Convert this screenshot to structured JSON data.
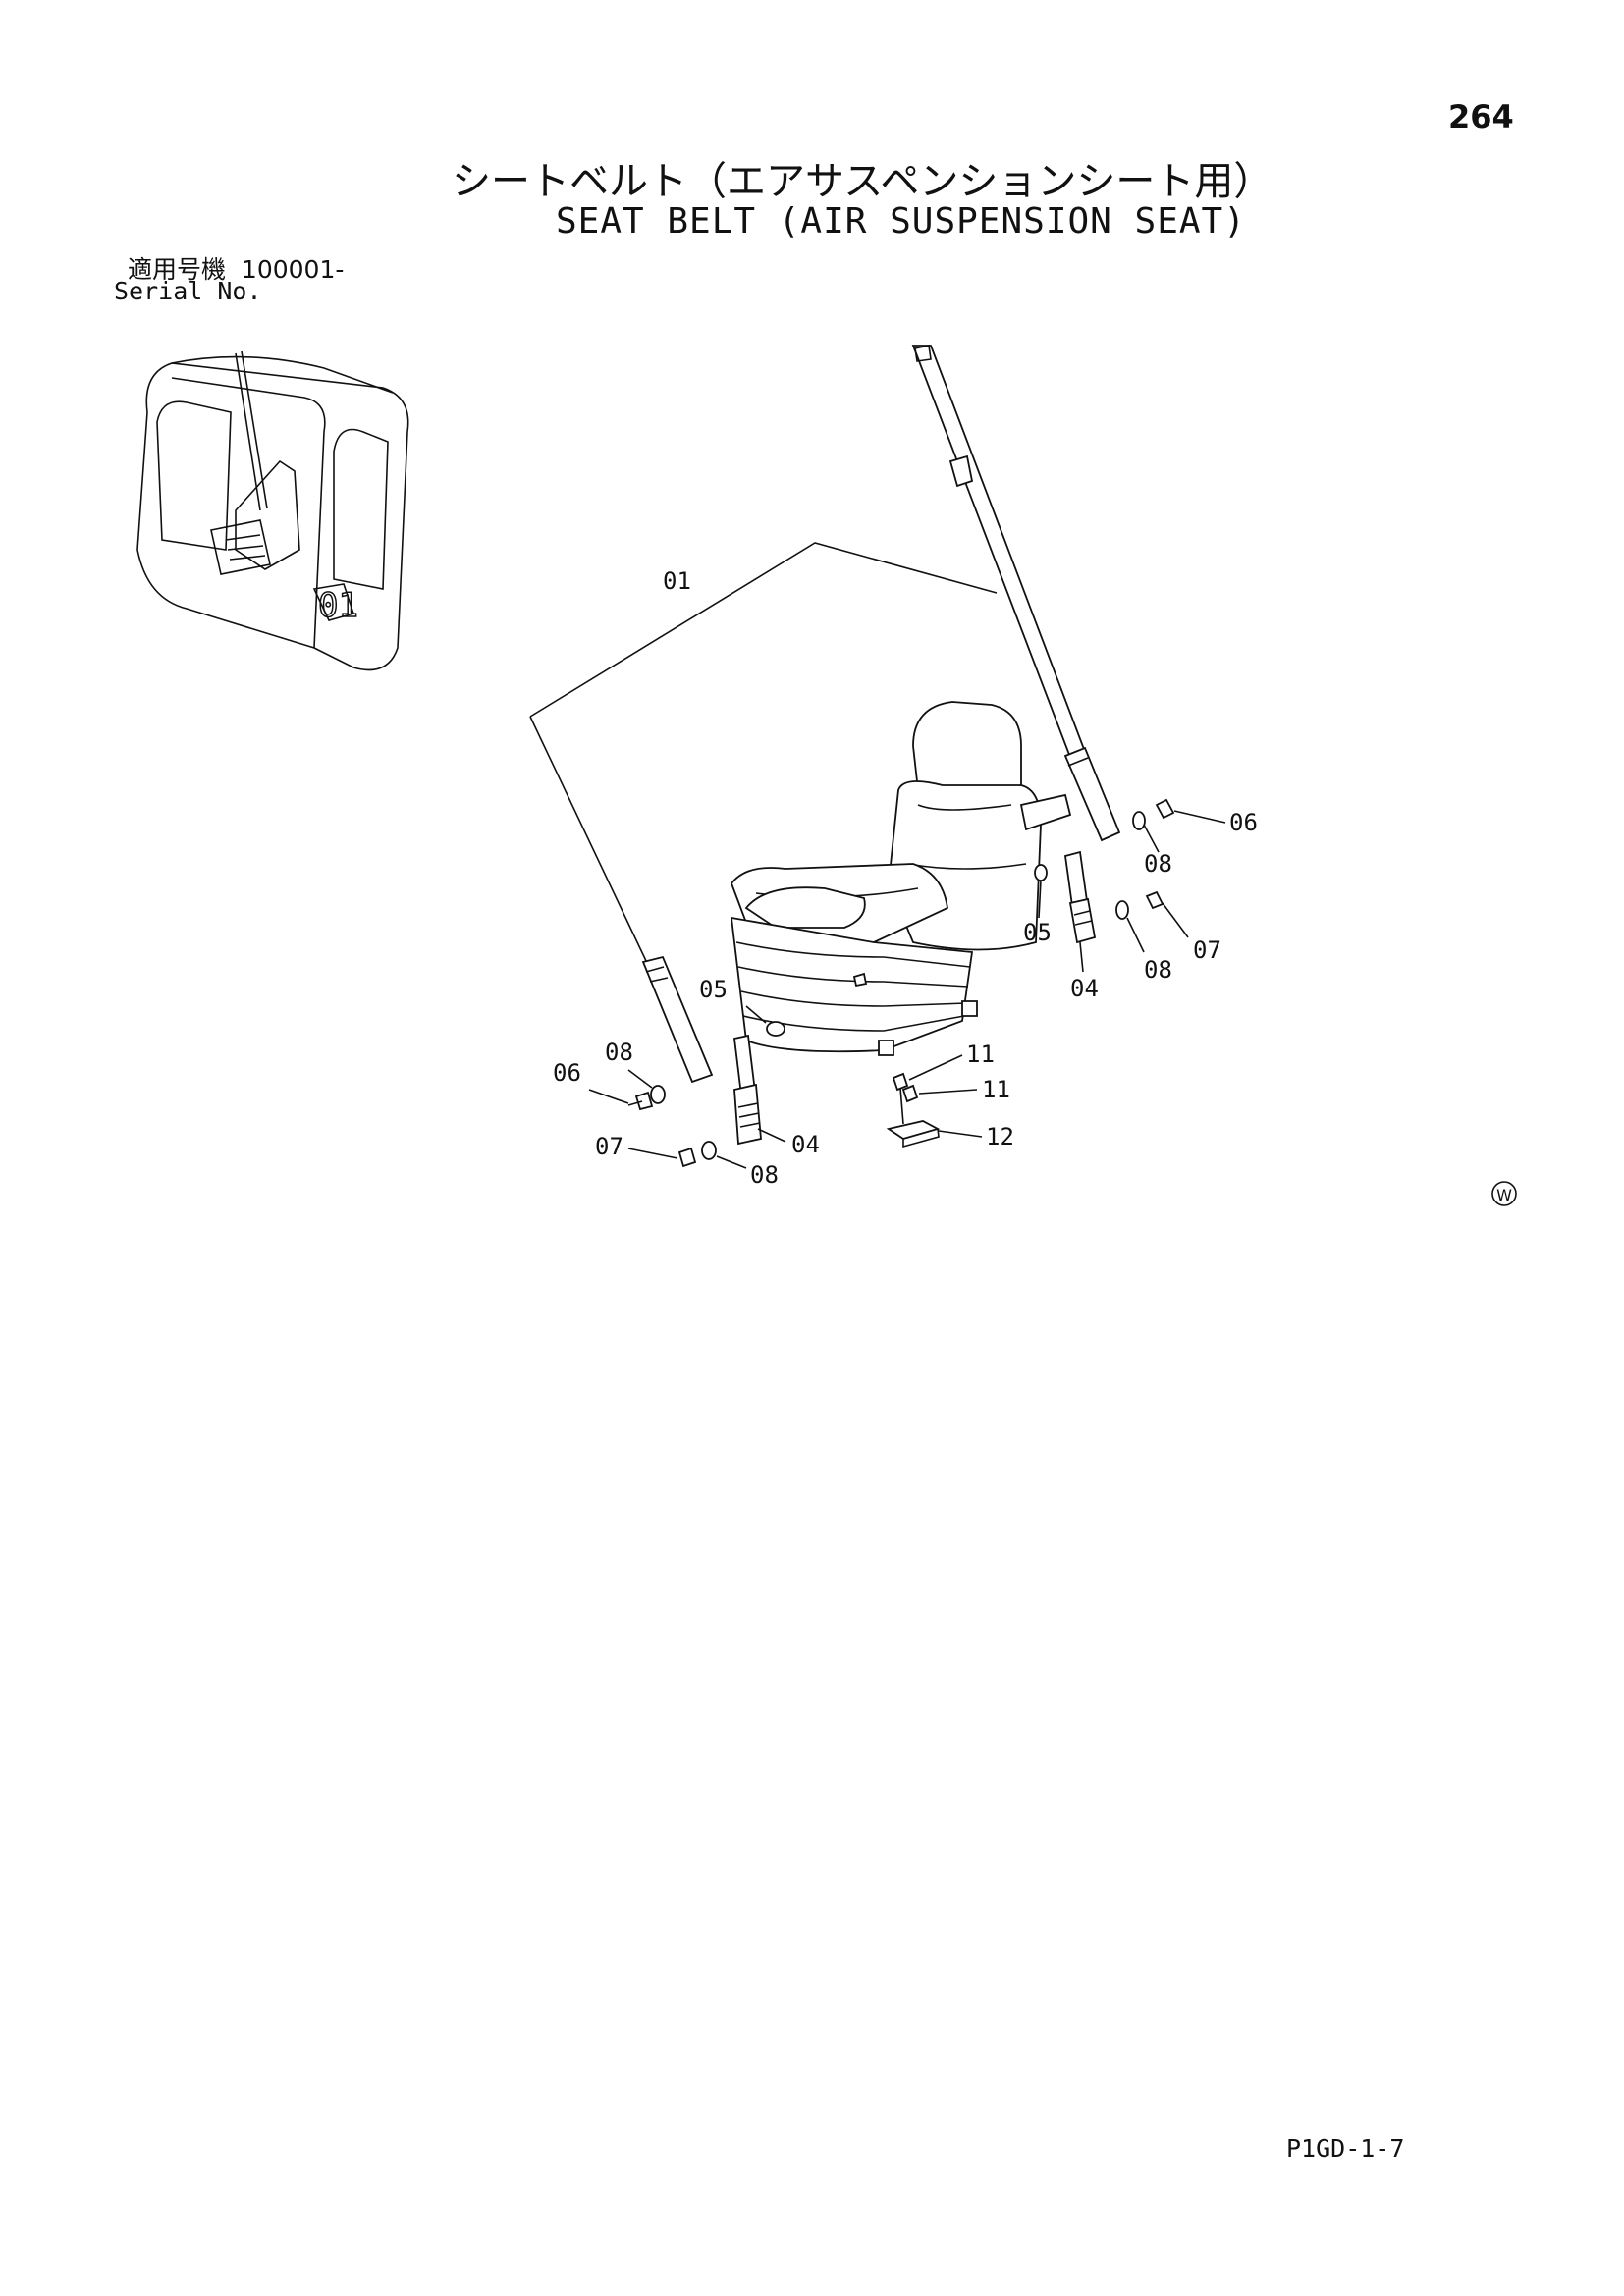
{
  "page": {
    "number": "264",
    "title_jp": "シートベルト（エアサスペンションシート用）",
    "title_en": "SEAT BELT (AIR SUSPENSION SEAT)",
    "serial_label_jp": "適用号機",
    "serial_value": "100001-",
    "serial_label_en": "Serial No.",
    "footer_code": "P1GD-1-7",
    "mark": "W"
  },
  "diagram": {
    "cab_badge": "01",
    "callouts": [
      {
        "id": "c01",
        "label": "01"
      },
      {
        "id": "c06r",
        "label": "06"
      },
      {
        "id": "c08r1",
        "label": "08"
      },
      {
        "id": "c05r",
        "label": "05"
      },
      {
        "id": "c04r",
        "label": "04"
      },
      {
        "id": "c08r2",
        "label": "08"
      },
      {
        "id": "c07r",
        "label": "07"
      },
      {
        "id": "c05l",
        "label": "05"
      },
      {
        "id": "c08l1",
        "label": "08"
      },
      {
        "id": "c06l",
        "label": "06"
      },
      {
        "id": "c07l",
        "label": "07"
      },
      {
        "id": "c04l",
        "label": "04"
      },
      {
        "id": "c08l2",
        "label": "08"
      },
      {
        "id": "c11a",
        "label": "11"
      },
      {
        "id": "c11b",
        "label": "11"
      },
      {
        "id": "c12",
        "label": "12"
      }
    ]
  }
}
